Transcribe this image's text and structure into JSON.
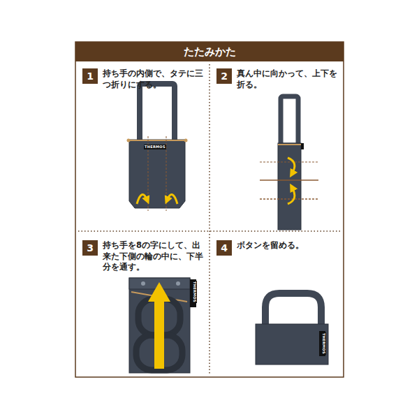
{
  "diagram": {
    "title": "たたみかた",
    "nodes": [
      {
        "text": [
          "1",
          "持ち手の内側で、タテに三つ折りにする。"
        ]
      },
      {
        "text": [
          "2",
          "真ん中に向かって、上下を折る。"
        ]
      },
      {
        "text": [
          "3",
          "持ち手を8の字にして、出来た下側の輪の中に、下半分を通す。"
        ]
      },
      {
        "text": [
          "4",
          "ボタンを留める。"
        ]
      }
    ],
    "labels": [
      "THERMOS",
      "THERMOS",
      "THERMOS"
    ]
  }
}
